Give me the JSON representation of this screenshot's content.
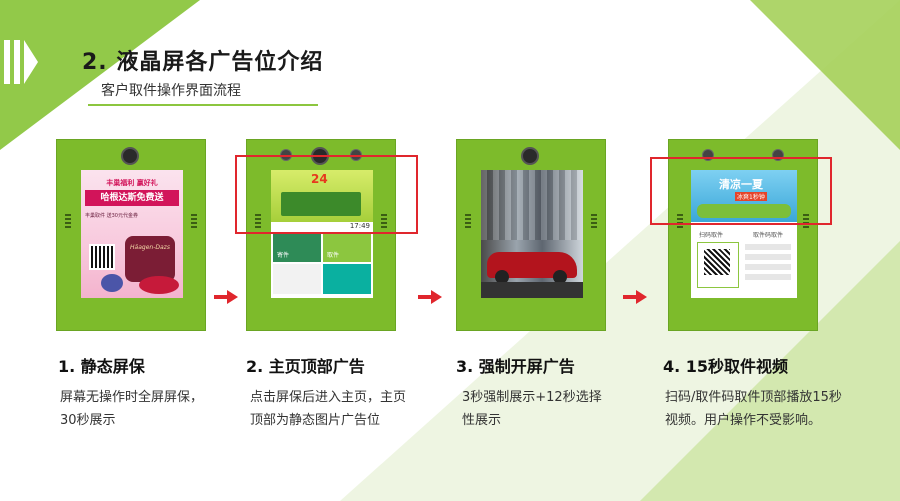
{
  "header": {
    "title": "2. 液晶屏各广告位介绍",
    "subtitle": "客户取件操作界面流程"
  },
  "steps": [
    {
      "title": "1.   静态屏保",
      "desc": "屏幕无操作时全屏屏保，30秒展示"
    },
    {
      "title": "2. 主页顶部广告",
      "desc": "点击屏保后进入主页，主页顶部为静态图片广告位"
    },
    {
      "title": "3. 强制开屏广告",
      "desc": "3秒强制展示+12秒选择性展示"
    },
    {
      "title": "4. 15秒取件视频",
      "desc": "扫码/取件码取件顶部播放15秒视频。用户操作不受影响。"
    }
  ],
  "screen1": {
    "line1": "丰巢福利 赢好礼",
    "line2": "哈根达斯免费送",
    "line3": "丰巢取件 送30元代金券",
    "brand": "Häagen-Dazs"
  },
  "screen2": {
    "banner_num": "24",
    "time": "17:49",
    "tile1": "寄件",
    "tile2": "取件"
  },
  "screen4": {
    "banner": "清凉一夏",
    "banner_sub": "冰爽1秒钟",
    "tab1": "扫码取件",
    "tab2": "取件码取件"
  },
  "colors": {
    "accent": "#8cc63f",
    "kiosk_green": "#7dbb2b",
    "highlight_red": "#e0262d"
  }
}
